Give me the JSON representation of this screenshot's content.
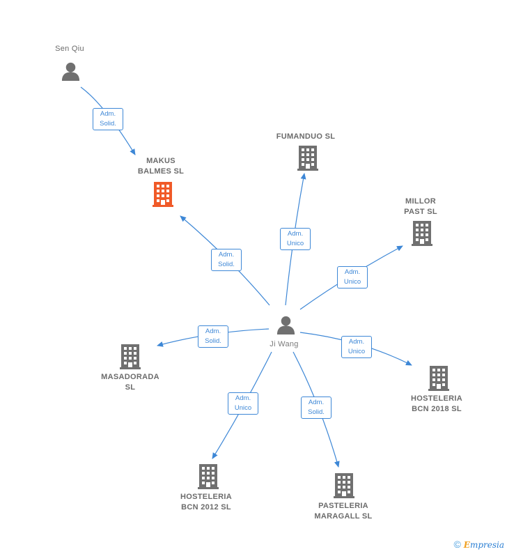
{
  "colors": {
    "edge": "#3d87d6",
    "person": "#707070",
    "company": "#707070",
    "company_highlight": "#f05a28"
  },
  "nodes": {
    "sen_qiu": {
      "label": "Sen Qiu",
      "type": "person"
    },
    "ji_wang": {
      "label": "Ji Wang",
      "type": "person"
    },
    "makus_balmes": {
      "label": "MAKUS\nBALMES  SL",
      "type": "company",
      "highlight": true
    },
    "fumanduo": {
      "label": "FUMANDUO  SL",
      "type": "company"
    },
    "millor_past": {
      "label": "MILLOR\nPAST  SL",
      "type": "company"
    },
    "masadorada": {
      "label": "MASADORADA\nSL",
      "type": "company"
    },
    "hosteleria_2018": {
      "label": "HOSTELERIA\nBCN 2018  SL",
      "type": "company"
    },
    "hosteleria_2012": {
      "label": "HOSTELERIA\nBCN 2012 SL",
      "type": "company"
    },
    "pasteleria": {
      "label": "PASTELERIA\nMARAGALL  SL",
      "type": "company"
    }
  },
  "edges": [
    {
      "from": "sen_qiu",
      "to": "makus_balmes",
      "label": "Adm.\nSolid."
    },
    {
      "from": "ji_wang",
      "to": "makus_balmes",
      "label": "Adm.\nSolid."
    },
    {
      "from": "ji_wang",
      "to": "fumanduo",
      "label": "Adm.\nUnico"
    },
    {
      "from": "ji_wang",
      "to": "millor_past",
      "label": "Adm.\nUnico"
    },
    {
      "from": "ji_wang",
      "to": "masadorada",
      "label": "Adm.\nSolid."
    },
    {
      "from": "ji_wang",
      "to": "hosteleria_2018",
      "label": "Adm.\nUnico"
    },
    {
      "from": "ji_wang",
      "to": "hosteleria_2012",
      "label": "Adm.\nUnico"
    },
    {
      "from": "ji_wang",
      "to": "pasteleria",
      "label": "Adm.\nSolid."
    }
  ],
  "footer": {
    "copyright": "©",
    "brand_first": "E",
    "brand_rest": "mpresia"
  }
}
